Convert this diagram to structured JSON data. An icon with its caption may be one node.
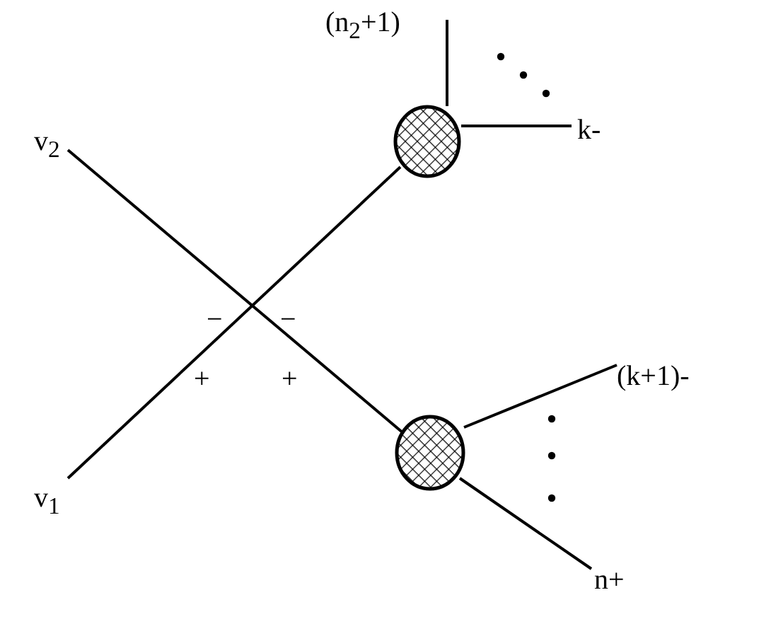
{
  "diagram": {
    "nodes": [
      {
        "text": [
          "(n$_{2}$+1)"
        ]
      },
      {
        "text": [
          "v$_{2}$"
        ]
      },
      {
        "text": [
          "k-"
        ]
      },
      {
        "text": [],
        "shape": "circle"
      },
      {
        "text": [
          "(k+1)-"
        ]
      },
      {
        "text": [
          "v$_{1}$"
        ]
      },
      {
        "text": [],
        "shape": "circle"
      },
      {
        "text": [
          "n+"
        ]
      }
    ],
    "edges": [
      {
        "from": 1,
        "to": 6,
        "arrow": "none"
      },
      {
        "from": 5,
        "to": 3,
        "arrow": "none"
      },
      {
        "from": 3,
        "to": 0,
        "arrow": "none"
      },
      {
        "from": 3,
        "to": 2,
        "arrow": "none"
      },
      {
        "from": 6,
        "to": 4,
        "arrow": "none"
      },
      {
        "from": 6,
        "to": 7,
        "arrow": "none"
      }
    ],
    "labels": [
      "−",
      "−",
      "+",
      "+"
    ]
  }
}
